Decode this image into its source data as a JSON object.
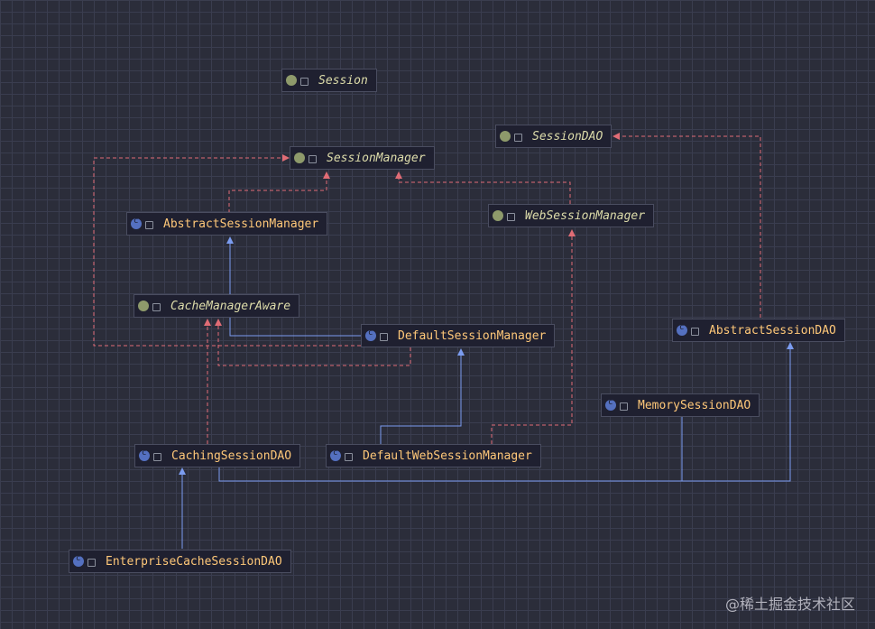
{
  "nodes": {
    "session": "Session",
    "session_manager": "SessionManager",
    "session_dao": "SessionDAO",
    "abstract_session_manager": "AbstractSessionManager",
    "web_session_manager": "WebSessionManager",
    "cache_manager_aware": "CacheManagerAware",
    "default_session_manager": "DefaultSessionManager",
    "abstract_session_dao": "AbstractSessionDAO",
    "memory_session_dao": "MemorySessionDAO",
    "caching_session_dao": "CachingSessionDAO",
    "default_web_session_manager": "DefaultWebSessionManager",
    "enterprise_cache_session_dao": "EnterpriseCacheSessionDAO"
  },
  "watermark": "@稀土掘金技术社区",
  "colors": {
    "extends_edge": "#6f8ee8",
    "implements_edge": "#e06c75",
    "interface_icon": "#8e9a6b",
    "class_icon": "#5470c0"
  },
  "icons": {
    "interface": "interface-icon",
    "class": "class-icon",
    "abstract": "abstract-class-icon",
    "visibility": "lock-icon"
  }
}
